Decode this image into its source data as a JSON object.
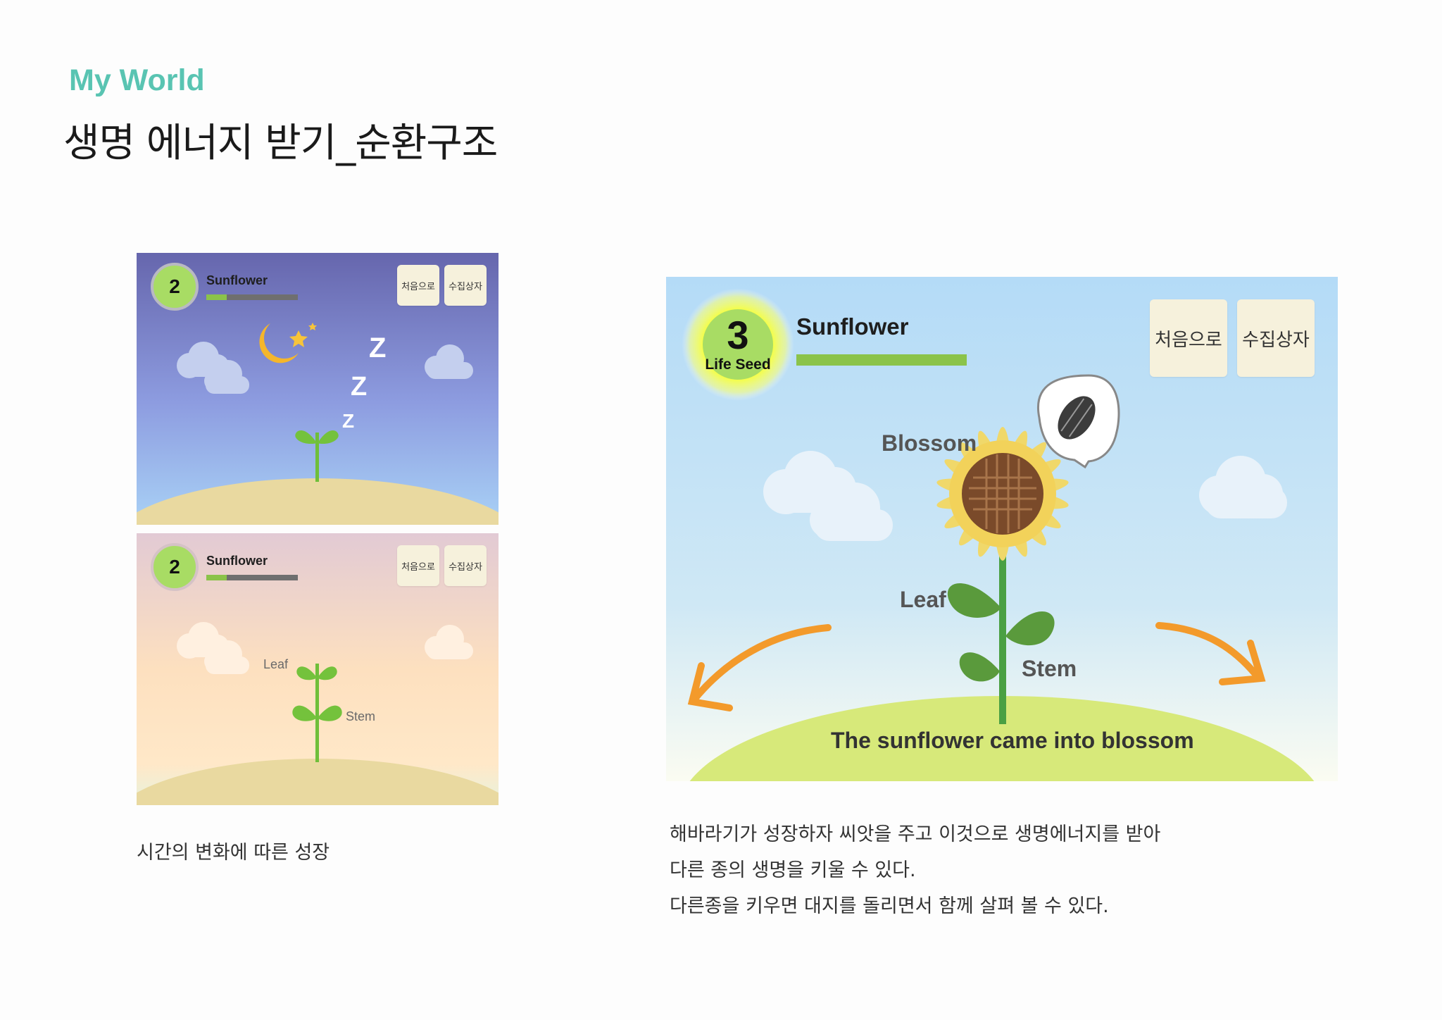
{
  "header": {
    "brand": "My World",
    "title": "생명 에너지 받기_순환구조"
  },
  "panel_night": {
    "level": "2",
    "plant_name": "Sunflower",
    "progress": 0.22,
    "btn_home": "처음으로",
    "btn_collection": "수집상자",
    "sleep_z": [
      "Z",
      "Z",
      "Z"
    ]
  },
  "panel_dawn": {
    "level": "2",
    "plant_name": "Sunflower",
    "progress": 0.22,
    "btn_home": "처음으로",
    "btn_collection": "수집상자",
    "label_leaf": "Leaf",
    "label_stem": "Stem"
  },
  "panel_main": {
    "level": "3",
    "level_caption": "Life Seed",
    "plant_name": "Sunflower",
    "progress": 1.0,
    "btn_home": "처음으로",
    "btn_collection": "수집상자",
    "label_blossom": "Blossom",
    "label_leaf": "Leaf",
    "label_stem": "Stem",
    "message": "The sunflower came into blossom"
  },
  "captions": {
    "left": "시간의 변화에 따른 성장",
    "right": [
      "해바라기가 성장하자 씨앗을 주고 이것으로 생명에너지를 받아",
      "다른 종의 생명을 키울 수 있다.",
      "다른종을 키우면 대지를 돌리면서 함께 살펴 볼 수 있다."
    ]
  },
  "colors": {
    "brand": "#59c4b2",
    "progress_fill": "#8bc34a",
    "level_badge": "#a8dc64",
    "arrow": "#f39a2b"
  }
}
